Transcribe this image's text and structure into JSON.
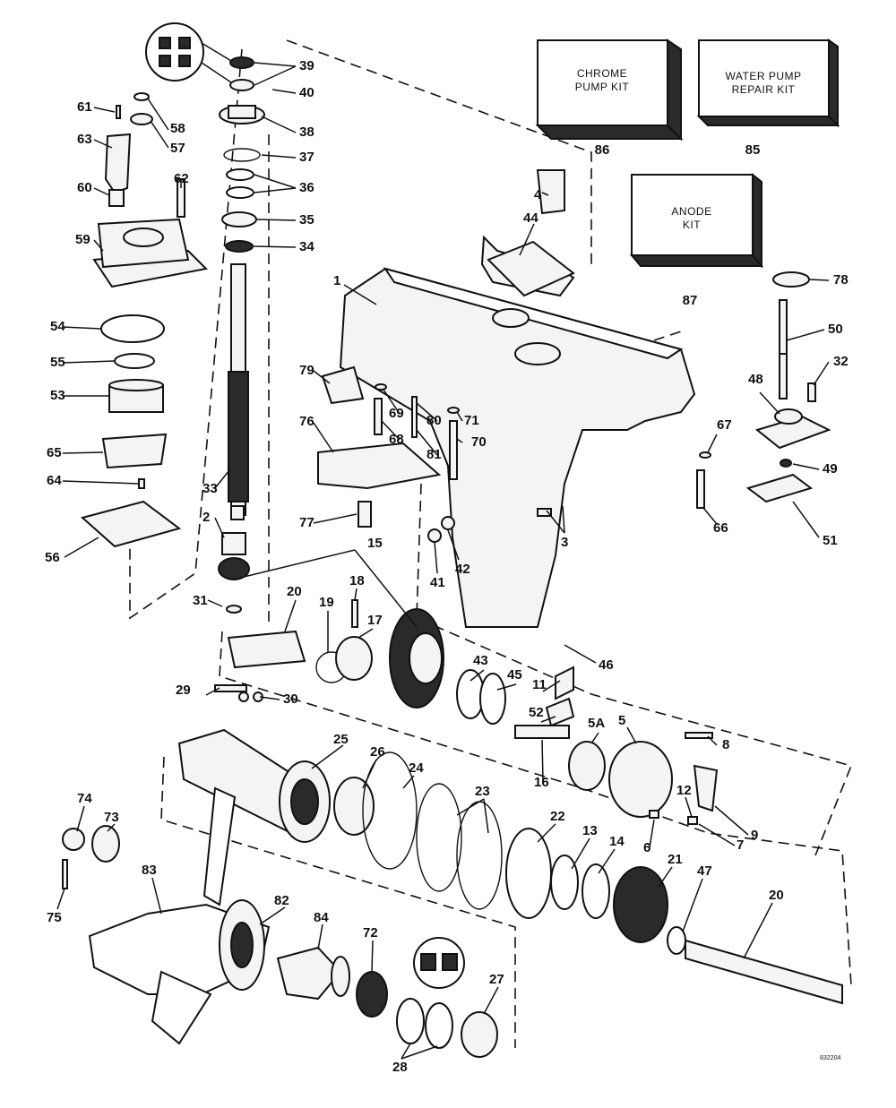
{
  "diagram": {
    "kits": {
      "chrome_pump_kit": {
        "line1": "CHROME",
        "line2": "PUMP KIT",
        "number": "86"
      },
      "water_pump_repair_kit": {
        "line1": "WATER PUMP",
        "line2": "REPAIR KIT",
        "number": "85"
      },
      "anode_kit": {
        "line1": "ANODE",
        "line2": "KIT",
        "number": "87"
      }
    },
    "callouts": [
      {
        "id": "c1",
        "text": "1"
      },
      {
        "id": "c2",
        "text": "2"
      },
      {
        "id": "c3",
        "text": "3"
      },
      {
        "id": "c4",
        "text": "4"
      },
      {
        "id": "c5",
        "text": "5"
      },
      {
        "id": "c5a",
        "text": "5A"
      },
      {
        "id": "c6",
        "text": "6"
      },
      {
        "id": "c7",
        "text": "7"
      },
      {
        "id": "c8",
        "text": "8"
      },
      {
        "id": "c9",
        "text": "9"
      },
      {
        "id": "c11",
        "text": "11"
      },
      {
        "id": "c12",
        "text": "12"
      },
      {
        "id": "c13",
        "text": "13"
      },
      {
        "id": "c14",
        "text": "14"
      },
      {
        "id": "c15",
        "text": "15"
      },
      {
        "id": "c16",
        "text": "16"
      },
      {
        "id": "c17",
        "text": "17"
      },
      {
        "id": "c18",
        "text": "18"
      },
      {
        "id": "c19",
        "text": "19"
      },
      {
        "id": "c20a",
        "text": "20"
      },
      {
        "id": "c20b",
        "text": "20"
      },
      {
        "id": "c21",
        "text": "21"
      },
      {
        "id": "c22",
        "text": "22"
      },
      {
        "id": "c23",
        "text": "23"
      },
      {
        "id": "c24",
        "text": "24"
      },
      {
        "id": "c25",
        "text": "25"
      },
      {
        "id": "c26",
        "text": "26"
      },
      {
        "id": "c27",
        "text": "27"
      },
      {
        "id": "c28",
        "text": "28"
      },
      {
        "id": "c29",
        "text": "29"
      },
      {
        "id": "c30",
        "text": "30"
      },
      {
        "id": "c31",
        "text": "31"
      },
      {
        "id": "c32",
        "text": "32"
      },
      {
        "id": "c33",
        "text": "33"
      },
      {
        "id": "c34",
        "text": "34"
      },
      {
        "id": "c35",
        "text": "35"
      },
      {
        "id": "c36",
        "text": "36"
      },
      {
        "id": "c37",
        "text": "37"
      },
      {
        "id": "c38",
        "text": "38"
      },
      {
        "id": "c39",
        "text": "39"
      },
      {
        "id": "c40",
        "text": "40"
      },
      {
        "id": "c41",
        "text": "41"
      },
      {
        "id": "c42",
        "text": "42"
      },
      {
        "id": "c43",
        "text": "43"
      },
      {
        "id": "c44",
        "text": "44"
      },
      {
        "id": "c45",
        "text": "45"
      },
      {
        "id": "c46",
        "text": "46"
      },
      {
        "id": "c47",
        "text": "47"
      },
      {
        "id": "c48",
        "text": "48"
      },
      {
        "id": "c49",
        "text": "49"
      },
      {
        "id": "c50",
        "text": "50"
      },
      {
        "id": "c51",
        "text": "51"
      },
      {
        "id": "c52",
        "text": "52"
      },
      {
        "id": "c53",
        "text": "53"
      },
      {
        "id": "c54",
        "text": "54"
      },
      {
        "id": "c55",
        "text": "55"
      },
      {
        "id": "c56",
        "text": "56"
      },
      {
        "id": "c57",
        "text": "57"
      },
      {
        "id": "c58",
        "text": "58"
      },
      {
        "id": "c59",
        "text": "59"
      },
      {
        "id": "c60",
        "text": "60"
      },
      {
        "id": "c61",
        "text": "61"
      },
      {
        "id": "c62",
        "text": "62"
      },
      {
        "id": "c63",
        "text": "63"
      },
      {
        "id": "c64",
        "text": "64"
      },
      {
        "id": "c65",
        "text": "65"
      },
      {
        "id": "c66",
        "text": "66"
      },
      {
        "id": "c67",
        "text": "67"
      },
      {
        "id": "c68",
        "text": "68"
      },
      {
        "id": "c69",
        "text": "69"
      },
      {
        "id": "c70",
        "text": "70"
      },
      {
        "id": "c71",
        "text": "71"
      },
      {
        "id": "c72",
        "text": "72"
      },
      {
        "id": "c73",
        "text": "73"
      },
      {
        "id": "c74",
        "text": "74"
      },
      {
        "id": "c75",
        "text": "75"
      },
      {
        "id": "c76",
        "text": "76"
      },
      {
        "id": "c77",
        "text": "77"
      },
      {
        "id": "c78",
        "text": "78"
      },
      {
        "id": "c79",
        "text": "79"
      },
      {
        "id": "c80",
        "text": "80"
      },
      {
        "id": "c81",
        "text": "81"
      },
      {
        "id": "c82",
        "text": "82"
      },
      {
        "id": "c83",
        "text": "83"
      },
      {
        "id": "c84",
        "text": "84"
      }
    ],
    "drawing_code": "832204"
  }
}
